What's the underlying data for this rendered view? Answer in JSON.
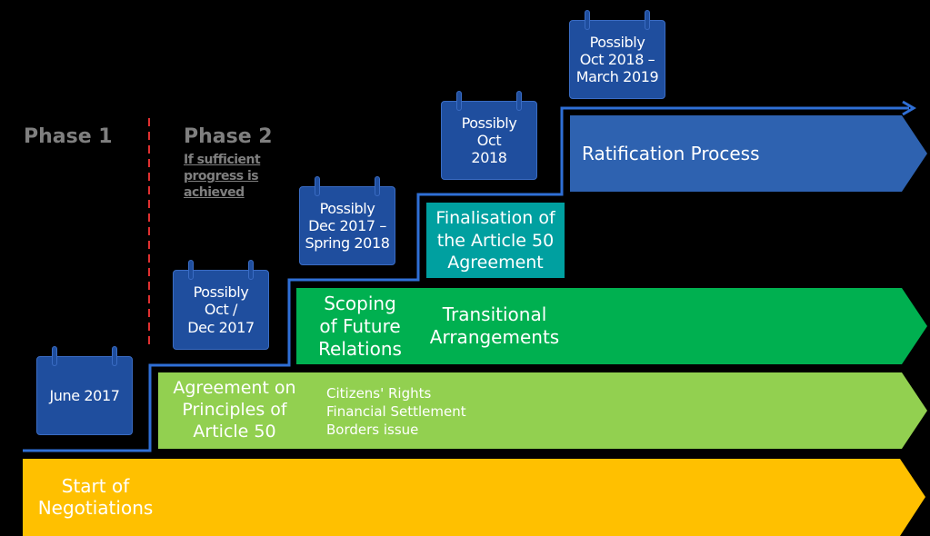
{
  "phases": {
    "phase1": "Phase 1",
    "phase2": "Phase 2",
    "phase2_note": [
      "If sufficient",
      "progress is",
      "achieved"
    ]
  },
  "calendars": {
    "june": "June 2017",
    "oct_dec": "Possibly\nOct /\nDec 2017",
    "dec_spring": "Possibly\nDec 2017 –\nSpring 2018",
    "oct2018": "Possibly\nOct\n2018",
    "oct_march": "Possibly\nOct 2018 –\nMarch 2019"
  },
  "bars": {
    "start": "Start of\nNegotiations",
    "agreement": "Agreement on\nPrinciples of\nArticle 50",
    "agreement_items": [
      "Citizens' Rights",
      "Financial Settlement",
      "Borders issue"
    ],
    "scoping": "Scoping\nof Future\nRelations",
    "transitional": "Transitional\nArrangements",
    "finalisation": "Finalisation of\nthe Article 50\nAgreement",
    "ratification": "Ratification Process"
  },
  "colors": {
    "background": "#000000",
    "yellow": "#ffc000",
    "light_green": "#92d050",
    "green": "#00b050",
    "teal": "#00a0a0",
    "blue": "#2e62b0",
    "calendar": "#1f4e9e",
    "step_line": "#2f6fd6",
    "divider": "#e03030",
    "phase_text": "#7f7f7f"
  }
}
